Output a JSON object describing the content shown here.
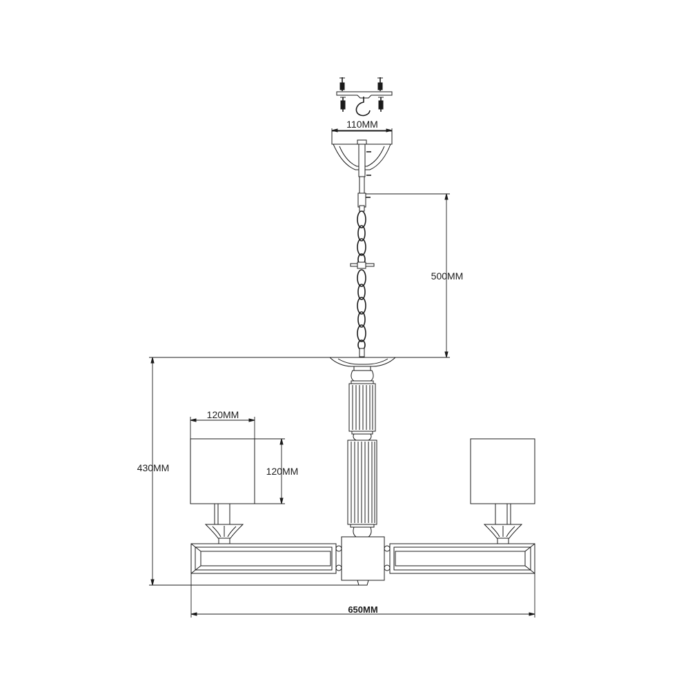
{
  "dimensions": {
    "canopy_width": "110MM",
    "chain_length": "500MM",
    "body_height": "430MM",
    "shade_width": "120MM",
    "shade_height": "120MM",
    "total_width": "650MM"
  }
}
